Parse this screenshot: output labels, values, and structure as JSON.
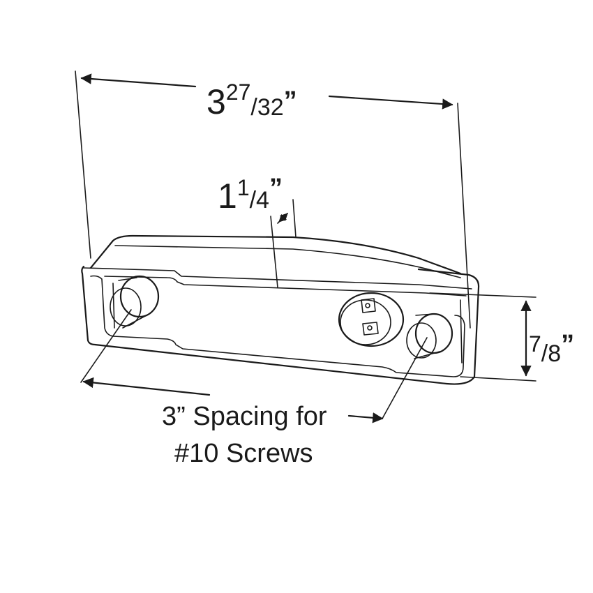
{
  "dimensions": {
    "overall_width": {
      "whole": "3",
      "num": "27",
      "den": "/32",
      "unit": "”"
    },
    "depth": {
      "whole": "1",
      "num": "1",
      "den": "/4",
      "unit": "”"
    },
    "height": {
      "num": "7",
      "den": "/8",
      "unit": "”"
    }
  },
  "note": {
    "line1": "3” Spacing for",
    "line2": "#10 Screws"
  },
  "colors": {
    "ink": "#1a1a1a",
    "background": "#ffffff"
  }
}
